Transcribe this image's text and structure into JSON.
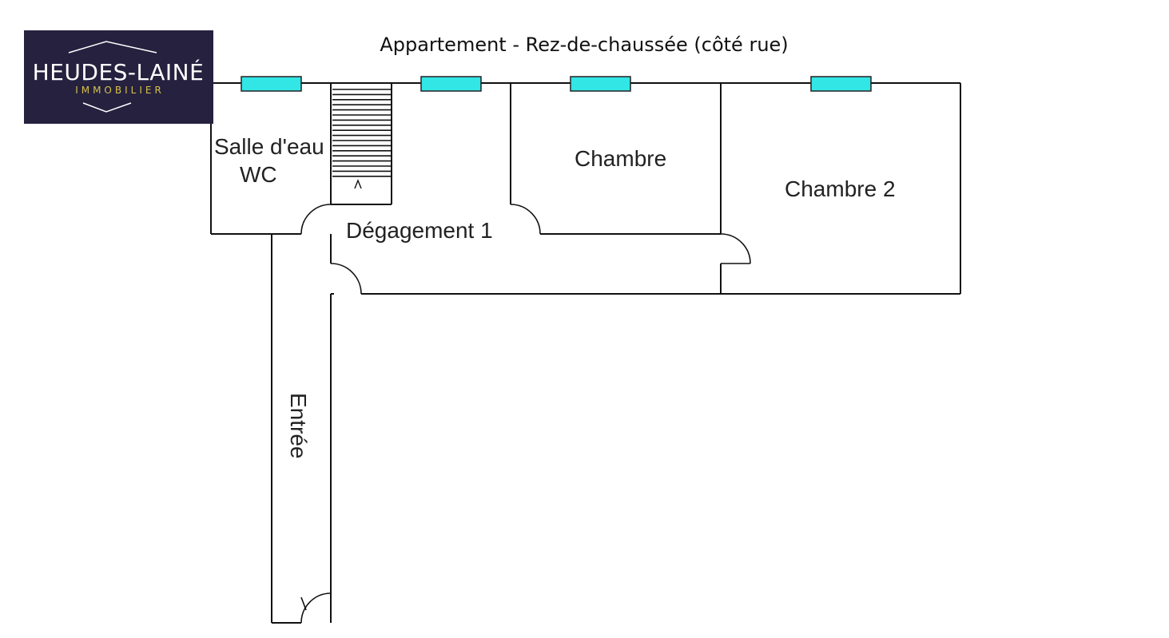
{
  "title": "Appartement - Rez-de-chaussée (côté rue)",
  "logo": {
    "name": "HEUDES-LAINÉ",
    "tagline": "IMMOBILIER",
    "background_color": "#25213f",
    "tagline_color": "#d8c14a"
  },
  "rooms": {
    "salle_deau": {
      "line1": "Salle d'eau",
      "line2": "WC"
    },
    "chambre": {
      "label": "Chambre"
    },
    "chambre_2": {
      "label": "Chambre 2"
    },
    "degagement": {
      "label": "Dégagement 1"
    },
    "entree": {
      "label": "Entrée"
    }
  },
  "colors": {
    "wall": "#111111",
    "window": "#33e6e6"
  }
}
